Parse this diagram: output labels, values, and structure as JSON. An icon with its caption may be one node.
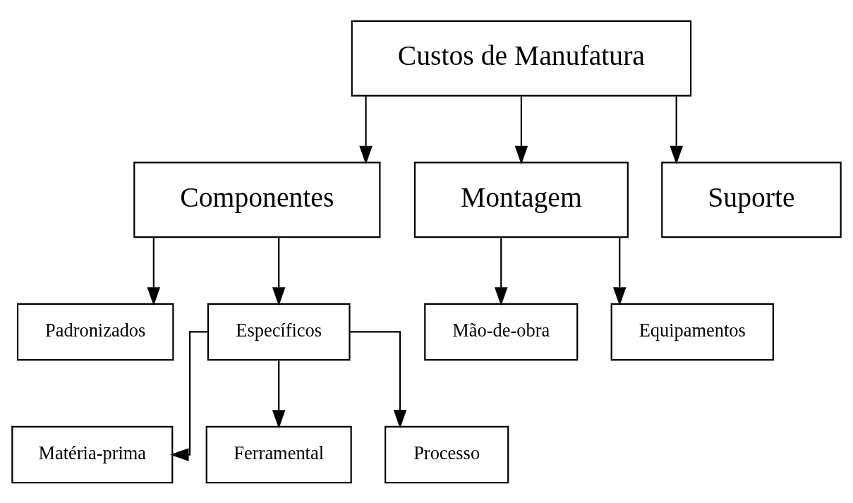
{
  "diagram": {
    "nodes": [
      {
        "text": [
          "Custos de Manufatura"
        ]
      },
      {
        "text": [
          "Componentes"
        ]
      },
      {
        "text": [
          "Montagem"
        ]
      },
      {
        "text": [
          "Suporte"
        ]
      },
      {
        "text": [
          "Padronizados"
        ]
      },
      {
        "text": [
          "Específicos"
        ]
      },
      {
        "text": [
          "Mão-de-obra"
        ]
      },
      {
        "text": [
          "Equipamentos"
        ]
      },
      {
        "text": [
          "Matéria-prima"
        ]
      },
      {
        "text": [
          "Ferramental"
        ]
      },
      {
        "text": [
          "Processo"
        ]
      }
    ],
    "edges": [
      {
        "from": 0,
        "to": 1,
        "arrow": "to"
      },
      {
        "from": 0,
        "to": 2,
        "arrow": "to"
      },
      {
        "from": 0,
        "to": 3,
        "arrow": "to"
      },
      {
        "from": 1,
        "to": 4,
        "arrow": "to"
      },
      {
        "from": 1,
        "to": 5,
        "arrow": "to"
      },
      {
        "from": 2,
        "to": 6,
        "arrow": "to"
      },
      {
        "from": 2,
        "to": 7,
        "arrow": "to"
      },
      {
        "from": 5,
        "to": 8,
        "arrow": "to"
      },
      {
        "from": 5,
        "to": 9,
        "arrow": "to"
      },
      {
        "from": 5,
        "to": 10,
        "arrow": "to"
      }
    ]
  }
}
